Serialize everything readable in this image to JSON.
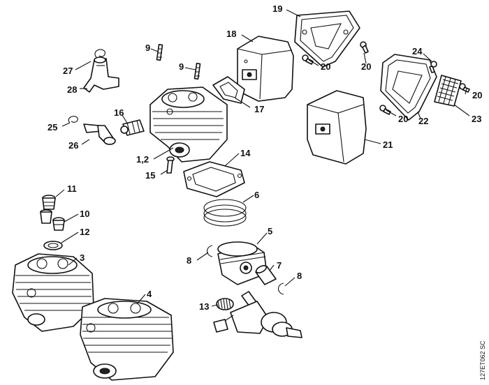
{
  "diagram": {
    "labels": {
      "p1": "1,2",
      "p3": "3",
      "p4": "4",
      "p5": "5",
      "p6": "6",
      "p7": "7",
      "p8a": "8",
      "p8b": "8",
      "p9a": "9",
      "p9b": "9",
      "p10": "10",
      "p11": "11",
      "p12": "12",
      "p13": "13",
      "p14": "14",
      "p15": "15",
      "p16": "16",
      "p17": "17",
      "p18": "18",
      "p19": "19",
      "p20a": "20",
      "p20b": "20",
      "p20c": "20",
      "p20d": "20",
      "p21": "21",
      "p22": "22",
      "p23": "23",
      "p24": "24",
      "p25": "25",
      "p26": "26",
      "p27": "27",
      "p28": "28"
    },
    "reference_code": "127ET062 SC"
  }
}
